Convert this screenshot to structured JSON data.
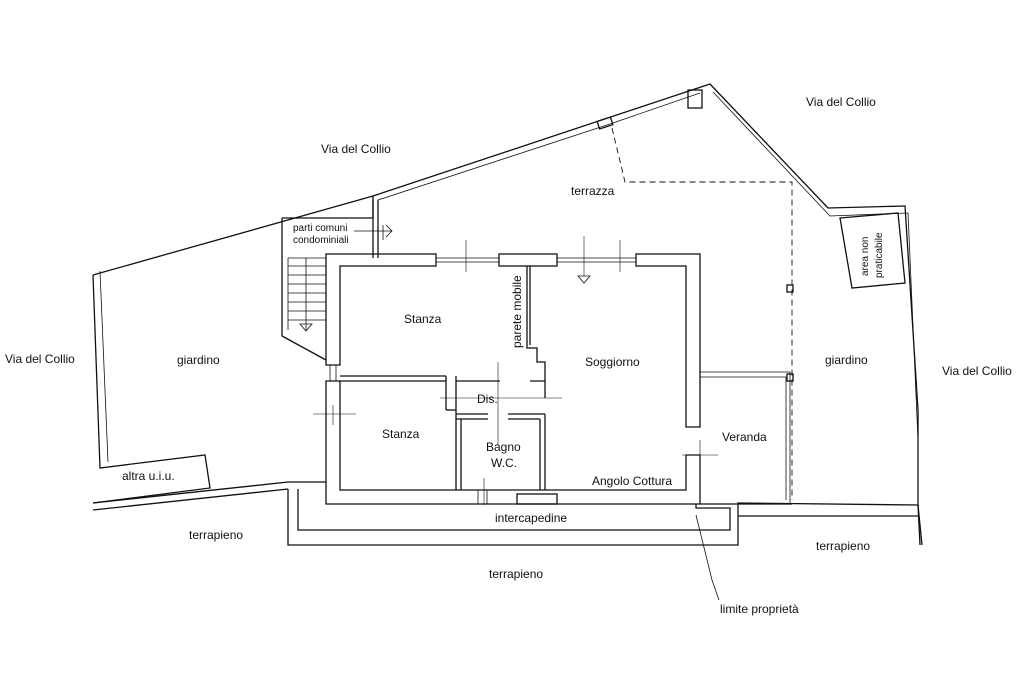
{
  "labels": {
    "street_top_left": "Via del Collio",
    "street_top_right": "Via del Collio",
    "street_left": "Via del Collio",
    "street_right": "Via del Collio",
    "terrace": "terrazza",
    "common_parts_1": "parti comuni",
    "common_parts_2": "condominiali",
    "area_1": "area non",
    "area_2": "praticabile",
    "garden_left": "giardino",
    "garden_right": "giardino",
    "room_1": "Stanza",
    "room_2": "Stanza",
    "movable_wall": "parete mobile",
    "living": "Soggiorno",
    "hall": "Dis.",
    "bath_1": "Bagno",
    "bath_2": "W.C.",
    "veranda": "Veranda",
    "kitchen": "Angolo Cottura",
    "other_unit": "altra u.i.u.",
    "cavity": "intercapedine",
    "embankment_left": "terrapieno",
    "embankment_center": "terrapieno",
    "embankment_right": "terrapieno",
    "property_limit": "limite proprietà"
  }
}
